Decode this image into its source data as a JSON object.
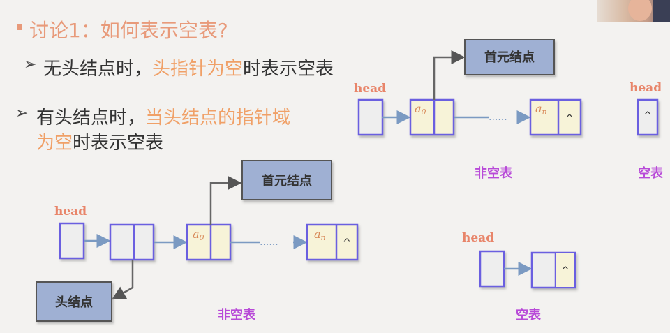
{
  "title": "讨论1：如何表示空表?",
  "line1": {
    "pre": "无头结点时，",
    "hl": "头指针为空",
    "post": "时表示空表"
  },
  "line2": {
    "pre": "有头结点时，",
    "hl": "当头结点的指针域"
  },
  "line3": {
    "hl": "为空",
    "post": "时表示空表"
  },
  "labels": {
    "head": "head",
    "first_node": "首元结点",
    "head_node": "头结点",
    "nonempty": "非空表",
    "empty": "空表",
    "a0": "a",
    "a0_sub": "0",
    "an": "a",
    "an_sub": "n",
    "null_mark": "^",
    "dots": "......"
  },
  "colors": {
    "title": "#e89a7a",
    "highlight": "#f0a067",
    "node_border": "#6b5fe0",
    "node_fill_data": "#f7f3d8",
    "node_fill_plain": "#eeeeee",
    "callout_fill": "#9fb0d3",
    "caption": "#b84ad8",
    "head_label": "#e8856a",
    "arrow": "#7b9ac2"
  }
}
